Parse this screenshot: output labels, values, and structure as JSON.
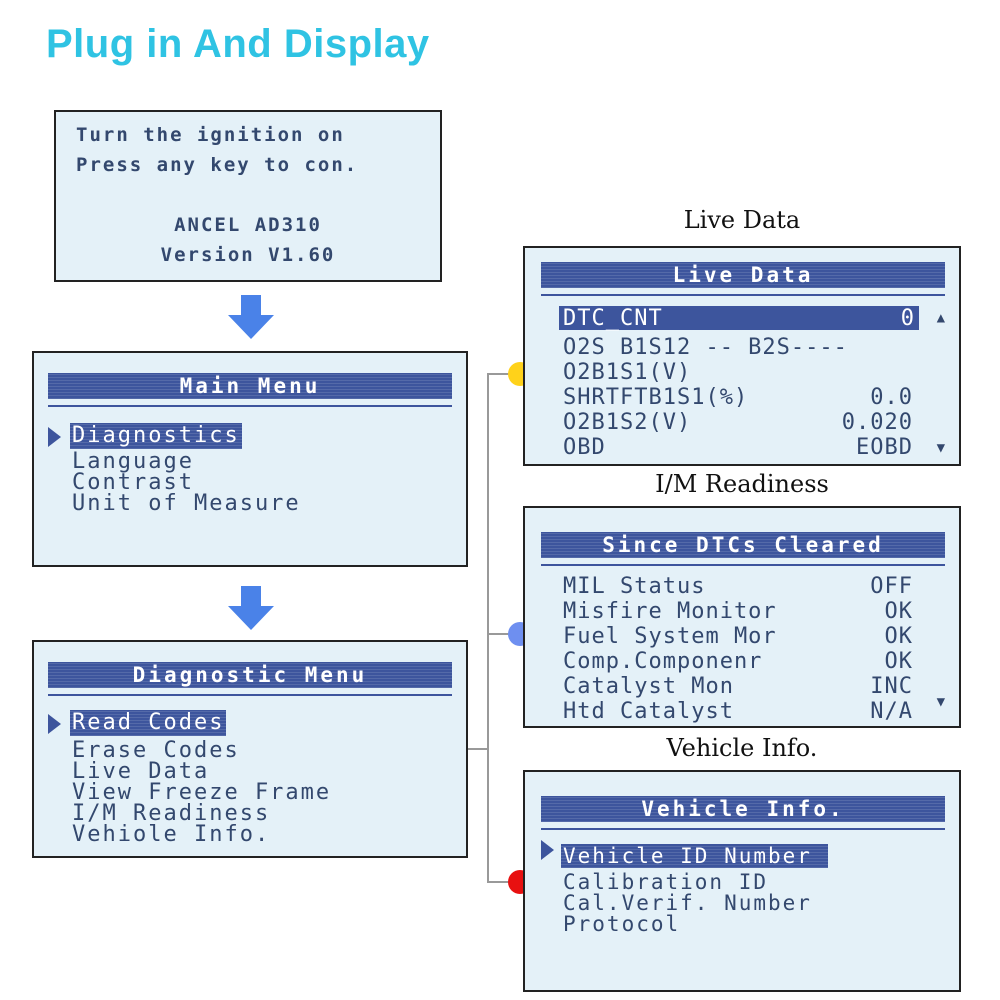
{
  "heading": "Plug in And Display",
  "colors": {
    "heading": "#2fc3e3",
    "screen_bg": "#e4f1f8",
    "lcd_blue": "#3d559d",
    "arrow": "#4a82e8",
    "dot_yellow": "#ffd21a",
    "dot_blue": "#6e8ff0",
    "dot_red": "#e81010"
  },
  "startup": {
    "line1": "Turn the ignition on",
    "line2": "Press any key to con.",
    "model": "ANCEL AD310",
    "version": "Version V1.60"
  },
  "main_menu": {
    "title": "Main Menu",
    "items": [
      "Diagnostics",
      "Language",
      "Contrast",
      "Unit of Measure"
    ],
    "selected": 0
  },
  "diag_menu": {
    "title": "Diagnostic Menu",
    "items": [
      "Read Codes",
      "Erase Codes",
      "Live Data",
      "View Freeze Frame",
      "I/M Readiness",
      "Vehiole Info."
    ],
    "selected": 0
  },
  "live_data": {
    "caption": "Live Data",
    "title": "Live Data",
    "rows": [
      {
        "k": "DTC_CNT",
        "v": "0"
      },
      {
        "k": "O2S  B1S12 -- B2S----",
        "v": ""
      },
      {
        "k": "O2B1S1(V)",
        "v": ""
      },
      {
        "k": "SHRTFTB1S1(%)",
        "v": "0.0"
      },
      {
        "k": "O2B1S2(V)",
        "v": "0.020"
      },
      {
        "k": "OBD",
        "v": "EOBD"
      }
    ]
  },
  "im_readiness": {
    "caption": "I/M Readiness",
    "title": "Since DTCs Cleared",
    "rows": [
      {
        "k": "MIL Status",
        "v": "OFF"
      },
      {
        "k": "Misfire Monitor",
        "v": "OK"
      },
      {
        "k": "Fuel System Mor",
        "v": "OK"
      },
      {
        "k": "Comp.Componenr",
        "v": "OK"
      },
      {
        "k": "Catalyst Mon",
        "v": "INC"
      },
      {
        "k": "Htd Catalyst",
        "v": "N/A"
      }
    ]
  },
  "vehicle_info": {
    "caption": "Vehicle Info.",
    "title": "Vehicle Info.",
    "items": [
      "Vehicle ID Number",
      "Calibration ID",
      "Cal.Verif. Number",
      "Protocol"
    ],
    "selected": 0
  },
  "icons": {
    "flow_arrow": "arrow-down-icon",
    "scroll_up": "arrow-up-icon",
    "scroll_down": "arrow-down-small-icon",
    "cursor": "pointer-triangle-icon"
  }
}
